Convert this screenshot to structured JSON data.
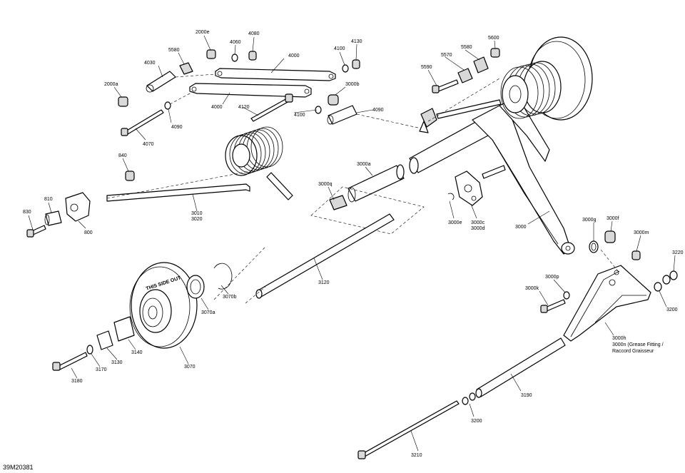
{
  "drawing_code": "39M20381",
  "wheel_text": "THIS SIDE OUT",
  "labels": {
    "l2000e": "2000e",
    "l4060": "4060",
    "l4080": "4080",
    "l4030": "4030",
    "l5580a": "5580",
    "l4000a": "4000",
    "l2000a": "2000a",
    "l4000b": "4000",
    "l4090a": "4090",
    "l4070": "4070",
    "l4120": "4120",
    "l4100a": "4100",
    "l4100b": "4100",
    "l4130": "4130",
    "l3000b": "3000b",
    "l4090b": "4090",
    "l5600": "5600",
    "l5580b": "5580",
    "l5570": "5570",
    "l5590": "5590",
    "l840": "840",
    "l810": "810",
    "l830": "830",
    "l800": "800",
    "l3010": "3010",
    "l3020": "3020",
    "l3000a": "3000a",
    "l3000q": "3000q",
    "l3000e": "3000e",
    "l3000c": "3000c",
    "l3000d": "3000d",
    "l3000": "3000",
    "l3000g": "3000g",
    "l3000f": "3000f",
    "l3000m": "3000m",
    "l3220": "3220",
    "l3120": "3120",
    "l3070b": "3070b",
    "l3070a": "3070a",
    "l3000p": "3000p",
    "l3000k": "3000k",
    "l3200a": "3200",
    "l3000h": "3000h",
    "l3000n": "3000n (Grease Fitting /",
    "l3000n2": "Raccord Graisseur",
    "l3140": "3140",
    "l3130": "3130",
    "l3170": "3170",
    "l3180": "3180",
    "l3070": "3070",
    "l3190": "3190",
    "l3200b": "3200",
    "l3210": "3210"
  }
}
